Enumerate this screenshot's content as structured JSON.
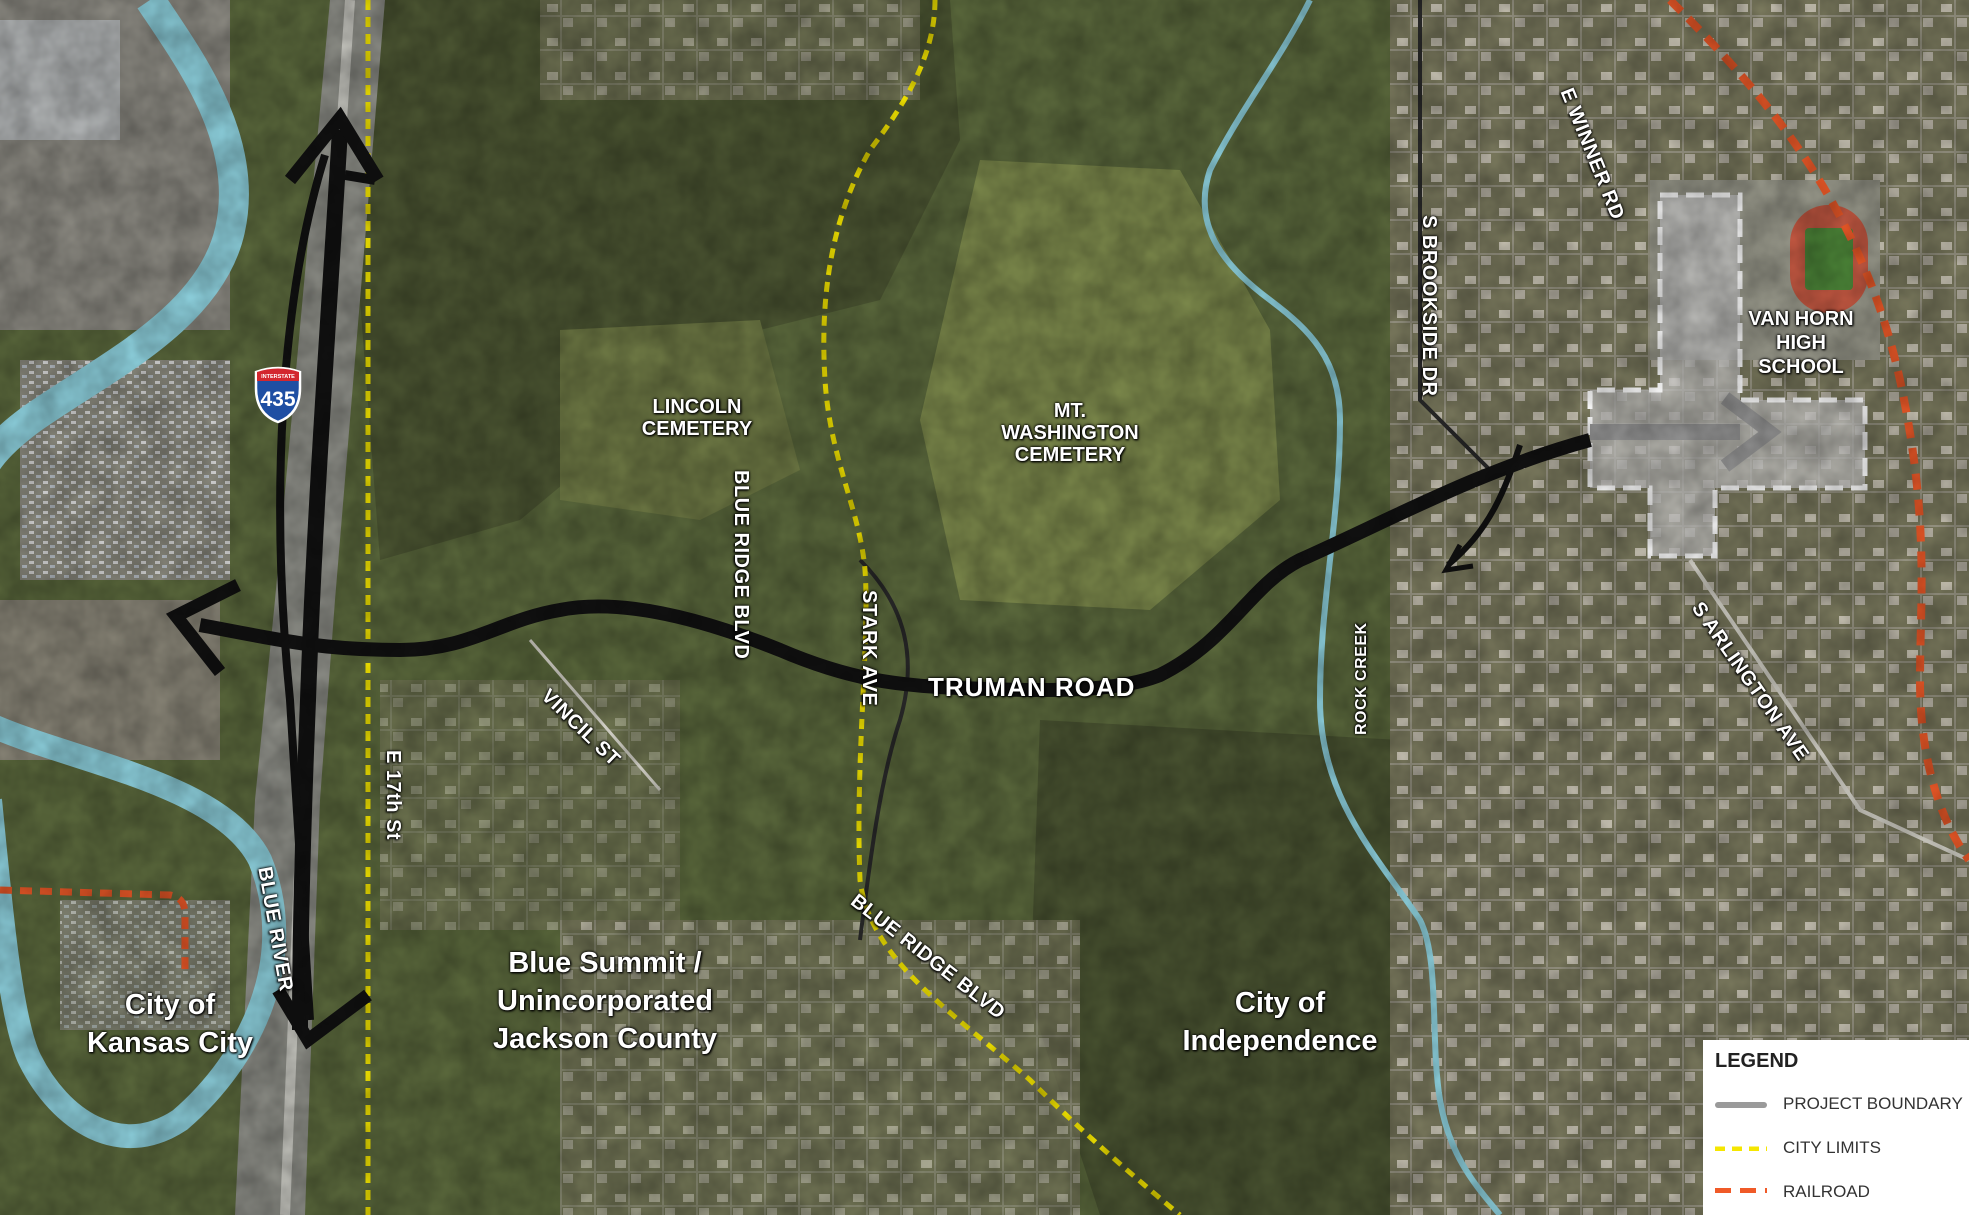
{
  "map": {
    "labels": {
      "interstate_number": "435",
      "interstate_header": "INTERSTATE",
      "truman_road": "TRUMAN ROAD",
      "lincoln_cemetery": "LINCOLN\nCEMETERY",
      "mt_washington_cemetery": "MT. WASHINGTON\nCEMETERY",
      "van_horn_high_school": "VAN HORN\nHIGH\nSCHOOL",
      "blue_ridge_blvd_north": "BLUE RIDGE BLVD",
      "blue_ridge_blvd_south": "BLUE RIDGE BLVD",
      "stark_ave": "STARK AVE",
      "vincil_st": "VINCIL ST",
      "e_17th_st": "E 17th St",
      "blue_river": "BLUE RIVER",
      "rock_creek": "ROCK CREEK",
      "s_brookside_dr": "S BROOKSIDE DR",
      "e_winner_rd": "E WINNER RD",
      "s_arlington_ave": "S ARLINGTON AVE",
      "city_kansas_city": "City of\nKansas City",
      "blue_summit": "Blue Summit /\nUnincorporated\nJackson County",
      "city_independence": "City of\nIndependence"
    }
  },
  "legend": {
    "title": "LEGEND",
    "items": [
      {
        "label": "PROJECT BOUNDARY",
        "color": "#9a9a9a"
      },
      {
        "label": "CITY LIMITS",
        "color": "#f5e600"
      },
      {
        "label": "RAILROAD",
        "color": "#f05a28"
      }
    ]
  },
  "colors": {
    "river": "#8fd3e0",
    "road_arrow": "#111111",
    "city_limits": "#f5e600",
    "railroad": "#f05a28",
    "project_boundary_outline": "#ffffff",
    "project_boundary_fill": "#c8c8c8"
  }
}
